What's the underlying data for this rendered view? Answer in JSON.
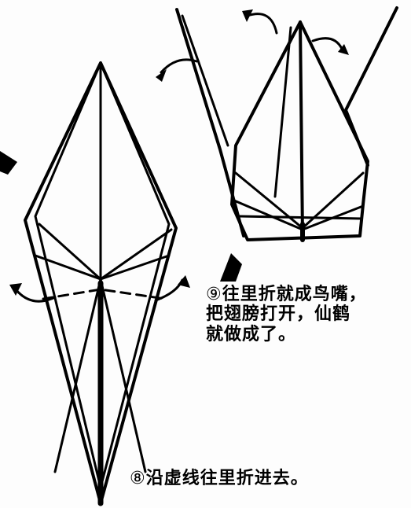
{
  "steps": [
    {
      "number": "⑨",
      "lines": [
        "往里折就成鸟嘴，",
        "把翅膀打开，仙鹤",
        "就做成了。"
      ]
    },
    {
      "number": "⑧",
      "lines": [
        "沿虚线往里折进去。"
      ]
    }
  ],
  "colors": {
    "ink": "#000000",
    "paper": "#fdfdfd"
  },
  "icons": [
    "curved-arrow-icon",
    "pointer-arrow-icon"
  ]
}
